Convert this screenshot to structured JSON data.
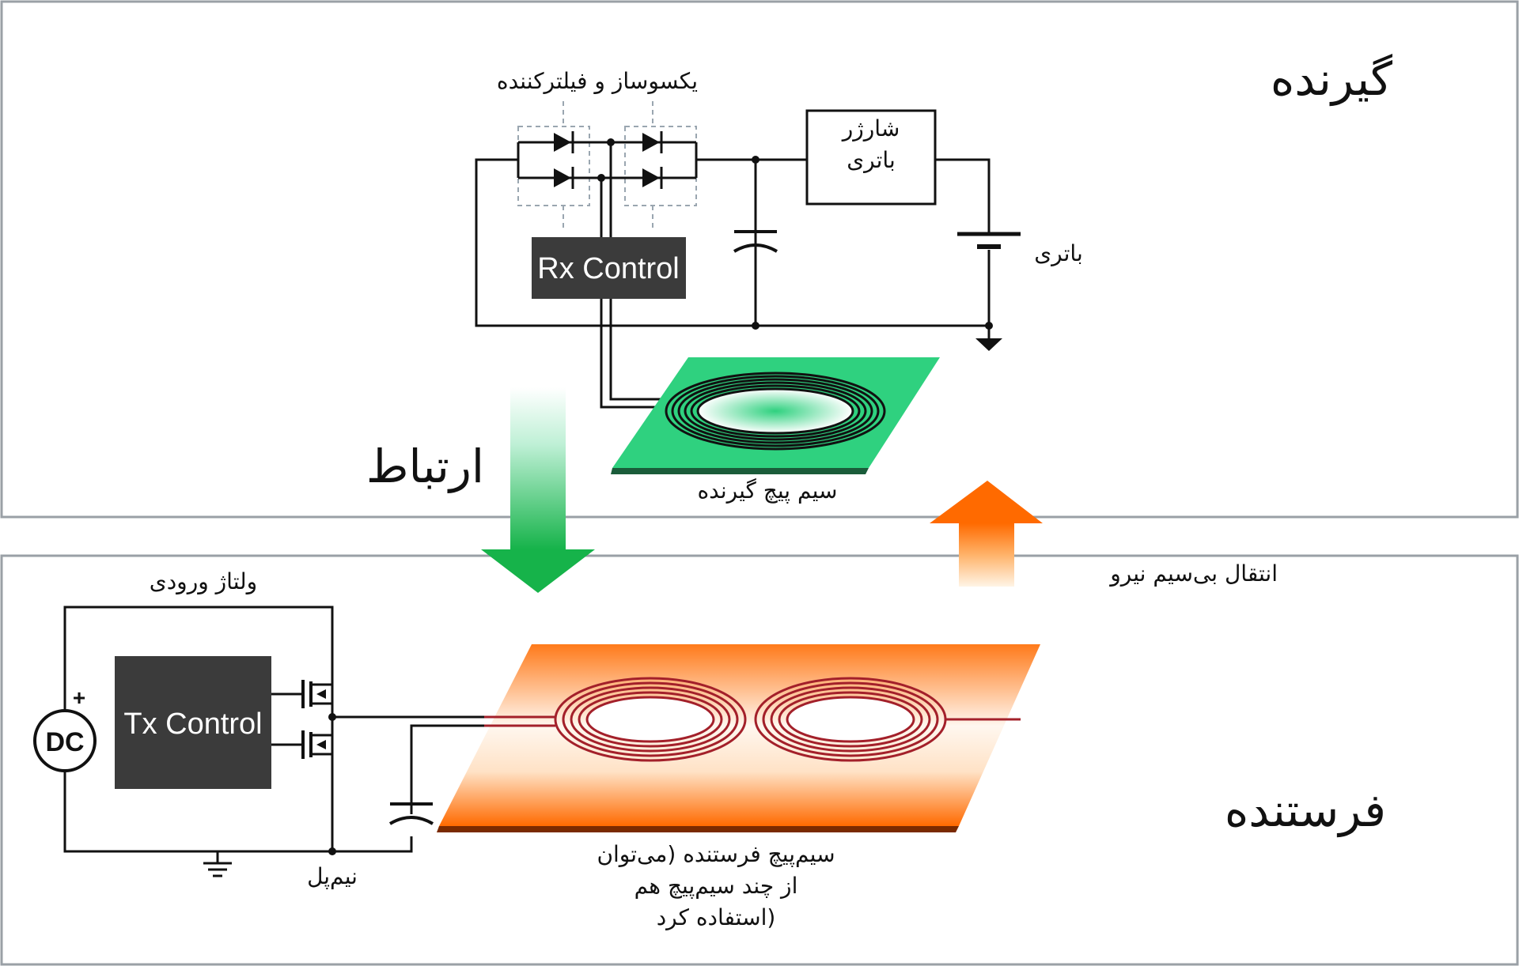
{
  "receiver": {
    "title": "گیرنده",
    "rectifier_label": "یکسوساز و فیلترکننده",
    "charger_label_line1": "شارژر",
    "charger_label_line2": "باتری",
    "battery_label": "باتری",
    "control_label": "Rx Control",
    "coil_label": "سیم پیچ گیرنده",
    "pad_color": "#2fd17f"
  },
  "transmitter": {
    "title": "فرستنده",
    "input_label": "ولتاژ ورودی",
    "source_label": "DC",
    "plus_label": "+",
    "control_label": "Tx Control",
    "halfbridge_label": "نیم‌پل",
    "coil_label_line1": "سیم‌پیچ فرستنده (می‌توان",
    "coil_label_line2": "از چند سیم‌پیچ هم",
    "coil_label_line3": "استفاده کرد)",
    "pad_color": "#ff7a1a",
    "coil_color": "#a3202a"
  },
  "flows": {
    "communication_label": "ارتباط",
    "communication_color": "#16b34a",
    "power_label": "انتقال بی‌سیم  نیرو",
    "power_color": "#ff7a10"
  },
  "colors": {
    "control_box": "#3b3b3b",
    "panel_border": "#9aa0a6"
  }
}
